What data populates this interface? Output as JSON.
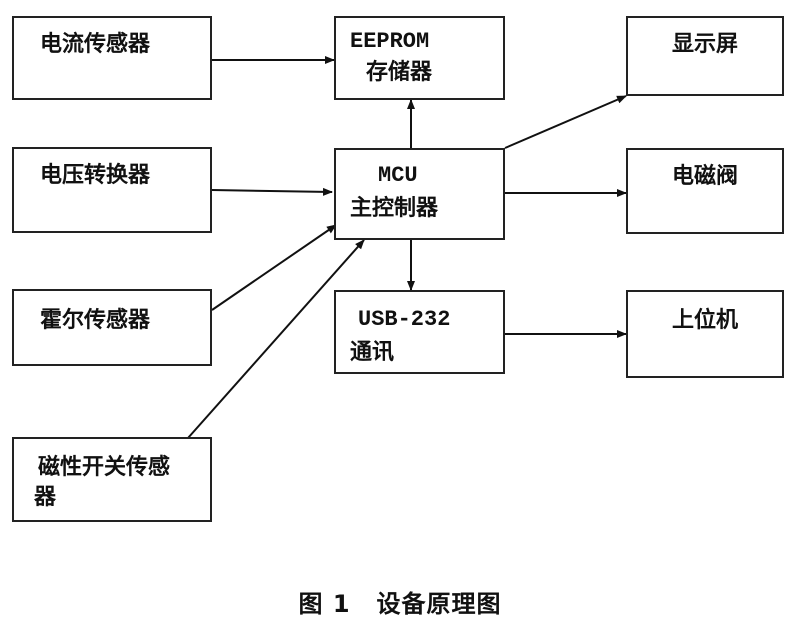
{
  "nodes": {
    "current_sensor": "电流传感器",
    "voltage_converter": "电压转换器",
    "hall_sensor": "霍尔传感器",
    "magnetic_switch_sensor": {
      "line1": "磁性开关传感",
      "line2": "器"
    },
    "eeprom": {
      "line1": "EEPROM",
      "line2": "存储器"
    },
    "mcu": {
      "line1": "MCU",
      "line2": "主控制器"
    },
    "usb232": {
      "line1": "USB-232",
      "line2": "通讯"
    },
    "display": "显示屏",
    "solenoid_valve": "电磁阀",
    "host_pc": "上位机"
  },
  "caption": {
    "figure": "图 1",
    "title": "设备原理图"
  }
}
